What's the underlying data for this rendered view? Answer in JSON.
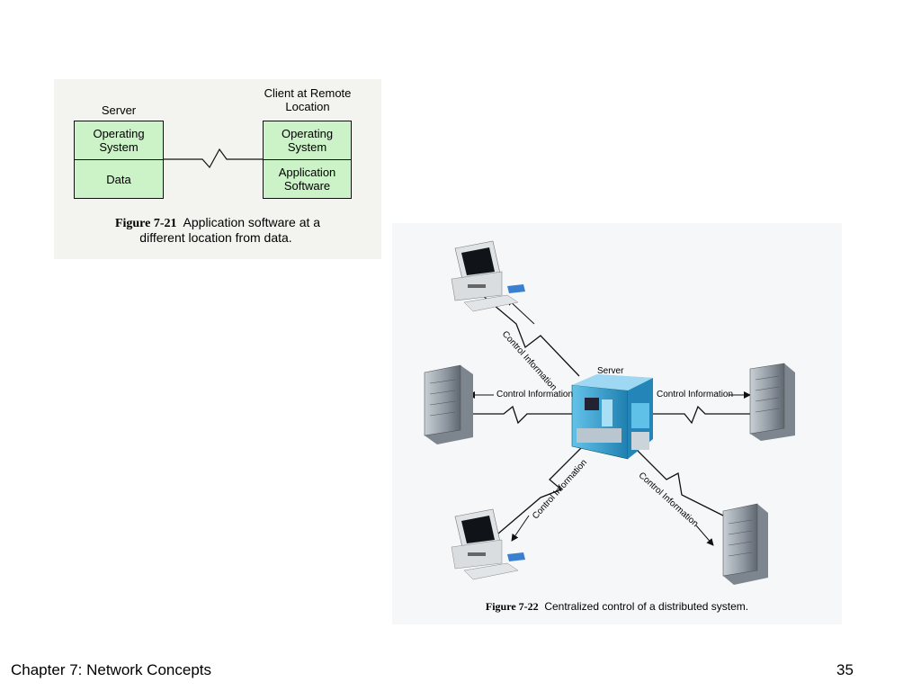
{
  "fig21": {
    "server_header": "Server",
    "client_header": "Client at Remote\nLocation",
    "server_boxes": [
      "Operating\nSystem",
      "Data"
    ],
    "client_boxes": [
      "Operating\nSystem",
      "Application\nSoftware"
    ],
    "caption_number": "Figure 7-21",
    "caption_text": "Application software at a",
    "caption_text2": "different location from data."
  },
  "fig22": {
    "server_label": "Server",
    "link_label": "Control Information",
    "caption_number": "Figure 7-22",
    "caption_text": "Centralized control of a distributed system."
  },
  "footer": {
    "chapter": "Chapter 7:  Network Concepts",
    "page_number": "35"
  },
  "colors": {
    "box_fill": "#ccf2c8",
    "server_blue": "#3aa9d9",
    "tower_gray": "#9aa3ad"
  }
}
